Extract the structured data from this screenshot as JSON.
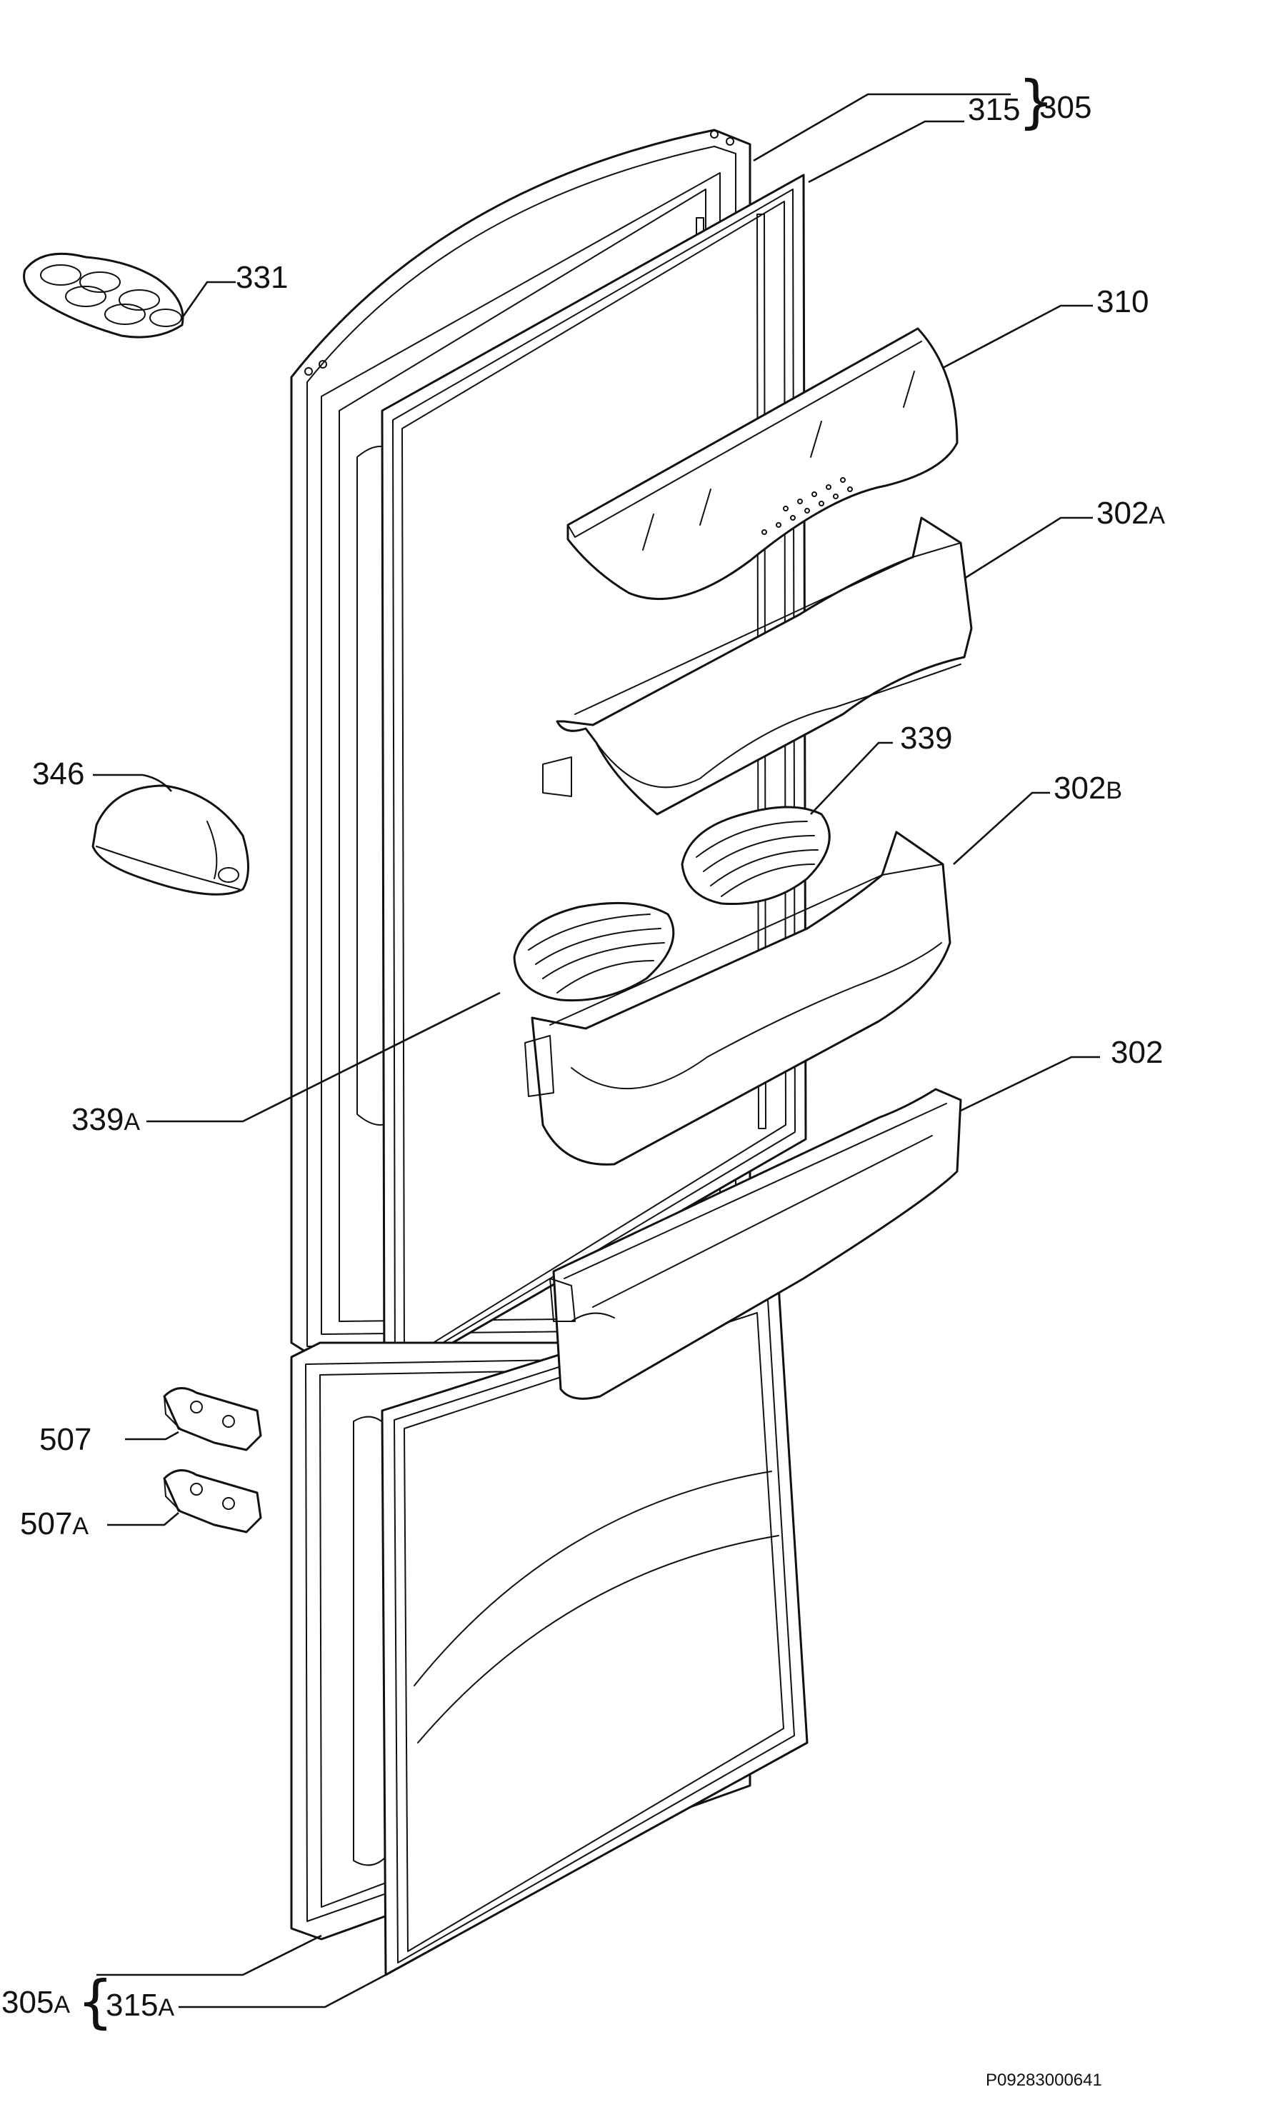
{
  "drawing_code": "P09283000641",
  "labels": {
    "l305": "305",
    "l315": "315",
    "l331": "331",
    "l310": "310",
    "l302A_num": "302",
    "l302A_suf": "A",
    "l346": "346",
    "l339": "339",
    "l302B_num": "302",
    "l302B_suf": "B",
    "l302": "302",
    "l339A_num": "339",
    "l339A_suf": "A",
    "l507": "507",
    "l507A_num": "507",
    "l507A_suf": "A",
    "l305A_num": "305",
    "l305A_suf": "A",
    "l315A_num": "315",
    "l315A_suf": "A"
  }
}
